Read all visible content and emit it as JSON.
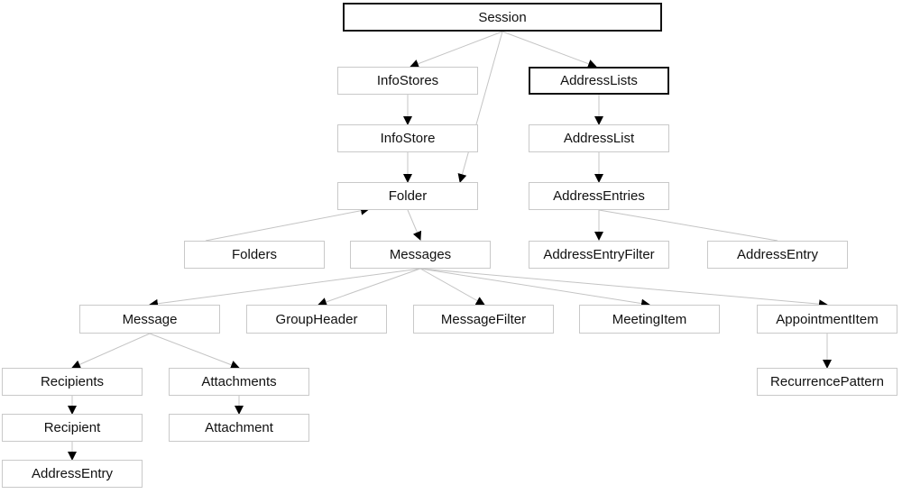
{
  "nodes": {
    "session": "Session",
    "infostores": "InfoStores",
    "addresslists": "AddressLists",
    "infostore": "InfoStore",
    "addresslist": "AddressList",
    "folder": "Folder",
    "addressentries": "AddressEntries",
    "folders": "Folders",
    "messages": "Messages",
    "addressentryfilter": "AddressEntryFilter",
    "addressentry_top": "AddressEntry",
    "message": "Message",
    "groupheader": "GroupHeader",
    "messagefilter": "MessageFilter",
    "meetingitem": "MeetingItem",
    "appointmentitem": "AppointmentItem",
    "recipients": "Recipients",
    "attachments": "Attachments",
    "recurrencepattern": "RecurrencePattern",
    "recipient": "Recipient",
    "attachment": "Attachment",
    "addressentry_bottom": "AddressEntry"
  }
}
